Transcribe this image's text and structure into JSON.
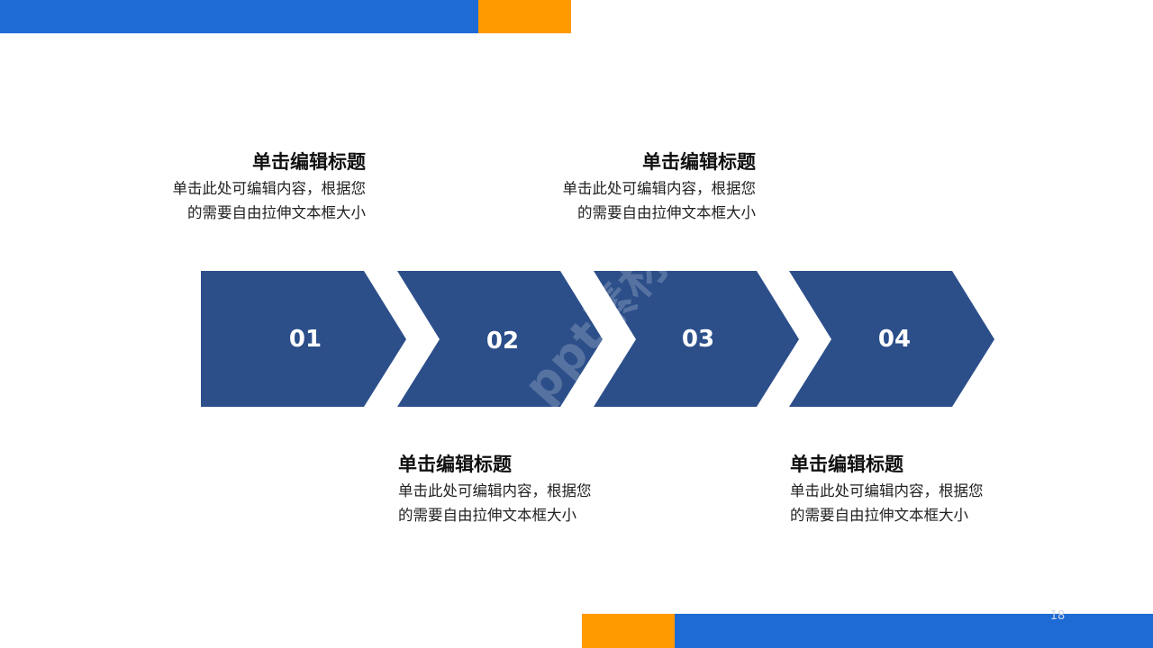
{
  "colors": {
    "blue_bar": "#1f6bd6",
    "orange_bar": "#ff9a00",
    "chevron_fill": "#2c4f8a"
  },
  "watermark": "ppt素材",
  "steps": [
    {
      "label": "01",
      "title": "单击编辑标题",
      "desc_line1": "单击此处可编辑内容，根据您",
      "desc_line2": "的需要自由拉伸文本框大小"
    },
    {
      "label": "02",
      "title": "单击编辑标题",
      "desc_line1": "单击此处可编辑内容，根据您",
      "desc_line2": "的需要自由拉伸文本框大小"
    },
    {
      "label": "03",
      "title": "单击编辑标题",
      "desc_line1": "单击此处可编辑内容，根据您",
      "desc_line2": "的需要自由拉伸文本框大小"
    },
    {
      "label": "04",
      "title": "单击编辑标题",
      "desc_line1": "单击此处可编辑内容，根据您",
      "desc_line2": "的需要自由拉伸文本框大小"
    }
  ],
  "page_number": "18"
}
